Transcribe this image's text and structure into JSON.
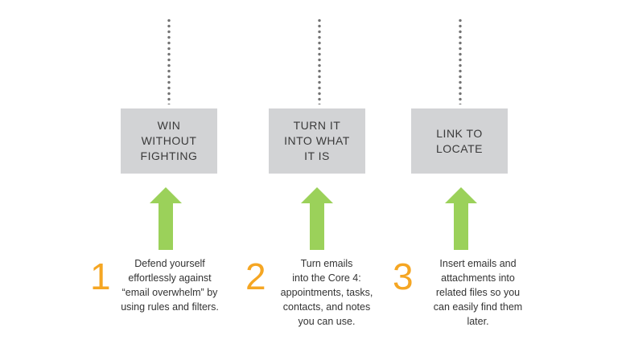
{
  "colors": {
    "box_fill": "#d2d3d5",
    "arrow_fill": "#9bd15a",
    "number_accent": "#f5a623",
    "dots": "#747474"
  },
  "steps": [
    {
      "box_label": "WIN\nWITHOUT\nFIGHTING",
      "number": "1",
      "description": "Defend yourself\neffortlessly against\n“email overwhelm” by\nusing rules and filters."
    },
    {
      "box_label": "TURN IT\nINTO WHAT\nIT IS",
      "number": "2",
      "description": "Turn emails\ninto the Core 4:\nappointments, tasks,\ncontacts, and notes\nyou can use."
    },
    {
      "box_label": "LINK TO\nLOCATE",
      "number": "3",
      "description": "Insert emails and\nattachments into\nrelated files so you\ncan easily find them\nlater."
    }
  ]
}
